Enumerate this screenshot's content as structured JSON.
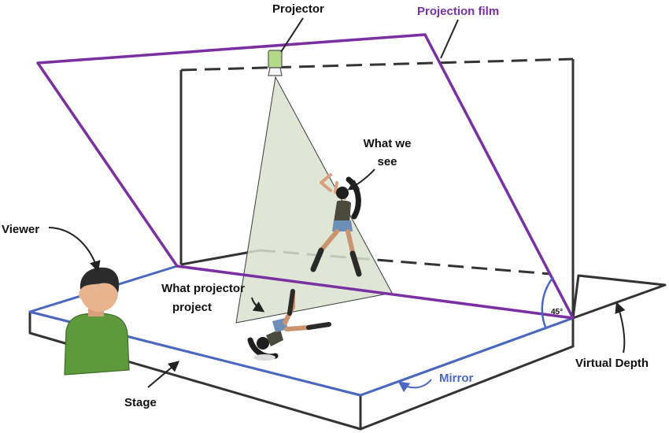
{
  "diagram": {
    "labels": {
      "projector": "Projector",
      "projection_film": "Projection film",
      "what_we_see_line1": "What we",
      "what_we_see_line2": "see",
      "viewer": "Viewer",
      "what_projector_line1": "What projector",
      "what_projector_line2": "project",
      "angle": "45°",
      "virtual_depth": "Virtual Depth",
      "mirror": "Mirror",
      "stage": "Stage"
    },
    "colors": {
      "film": "#7a2fa3",
      "mirror": "#4a67c2",
      "frame": "#333333",
      "beam": "#d9e2cf",
      "projector": "#b5d98a",
      "viewer_shirt": "#5e9a3c",
      "viewer_hair": "#2b2b2b",
      "skin": "#e8b48f"
    },
    "icons": [
      "projector-icon",
      "viewer-figure",
      "dancer-figure",
      "dancer-reflection-figure"
    ]
  }
}
